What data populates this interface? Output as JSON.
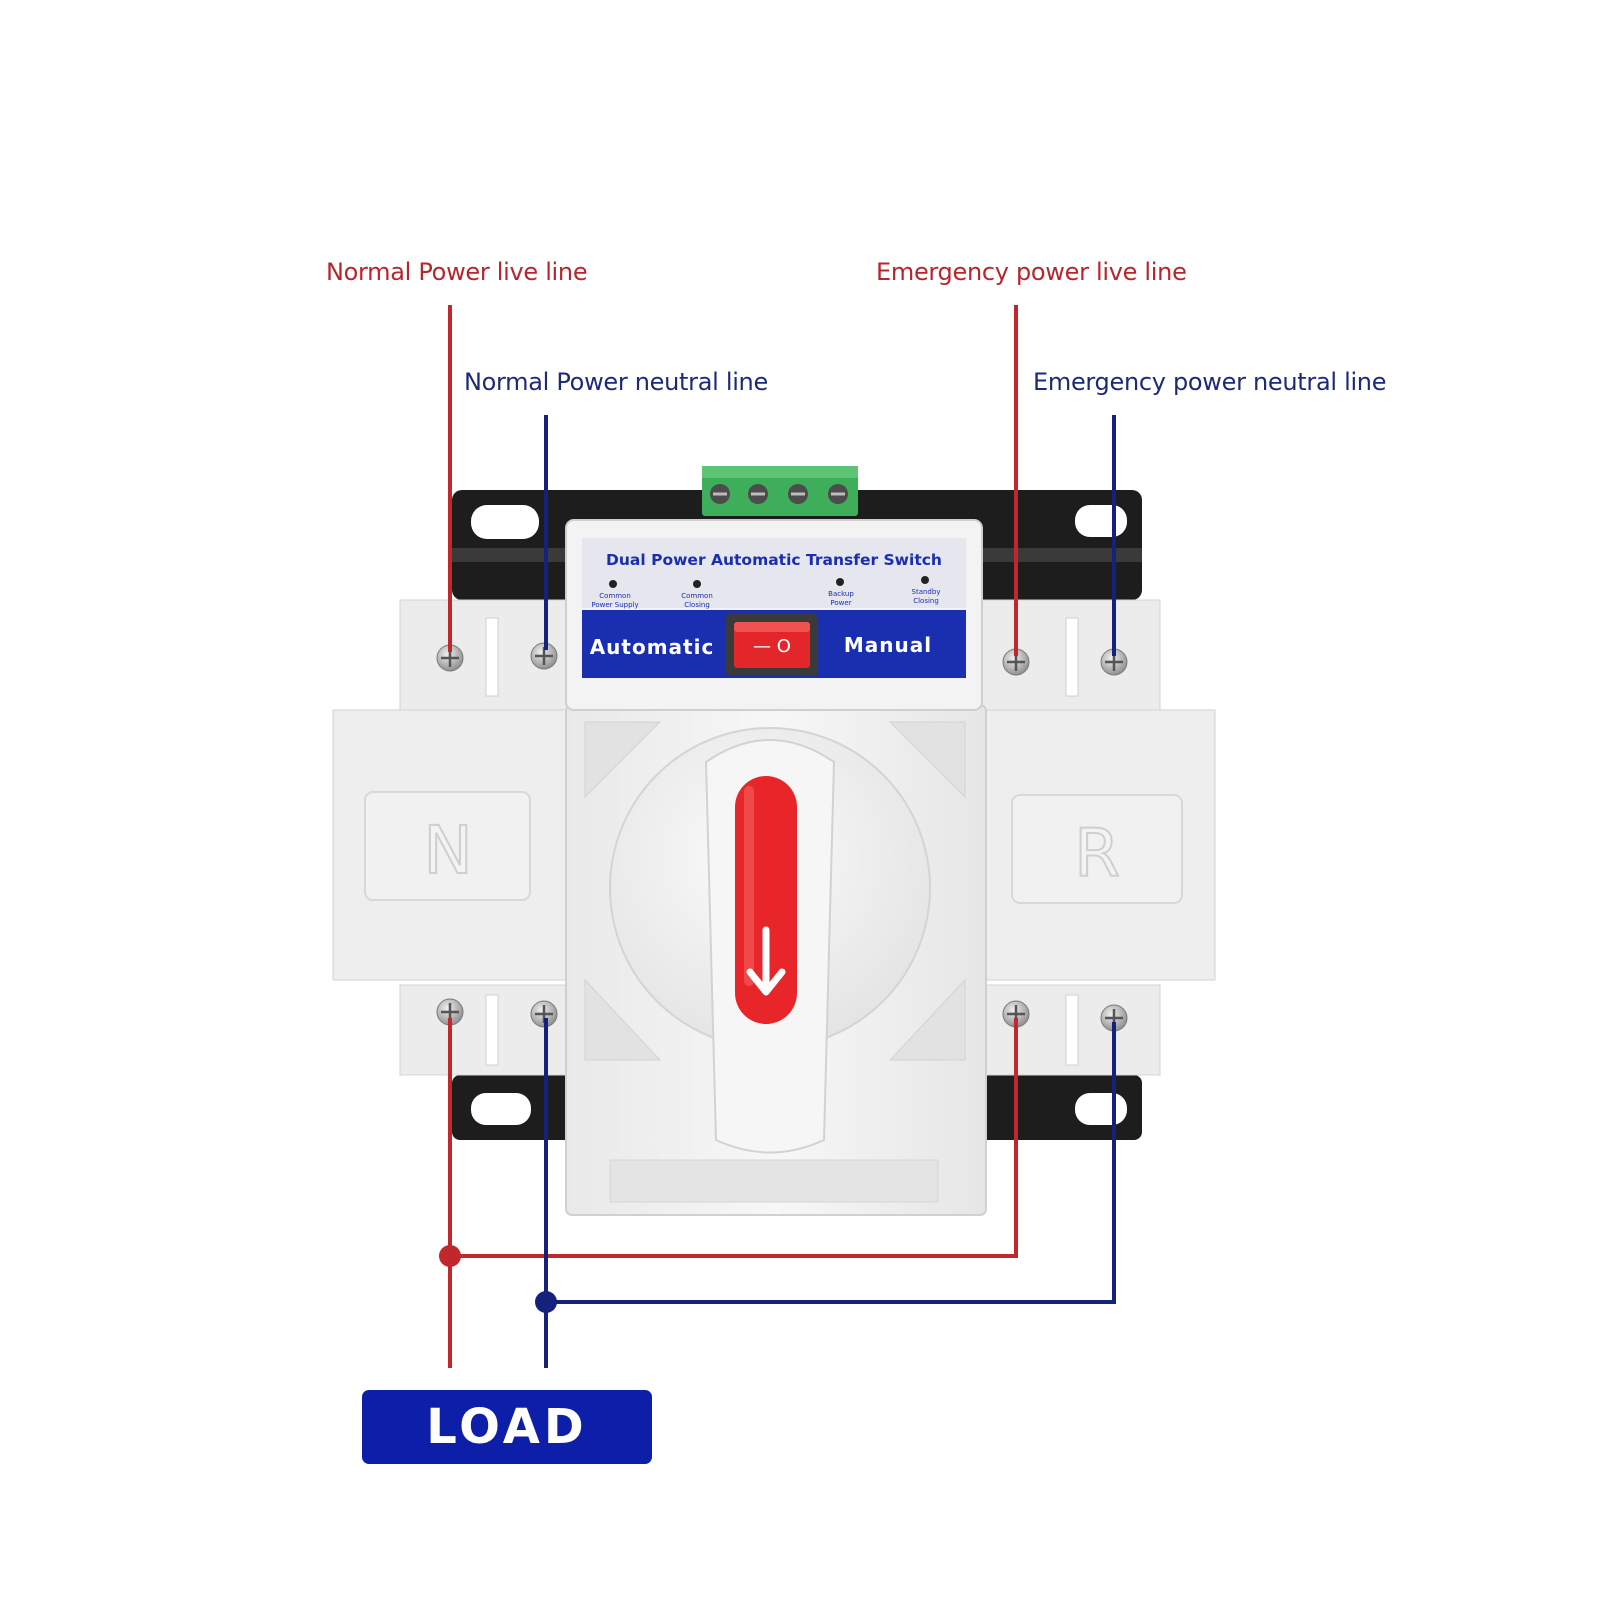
{
  "callouts": {
    "normal_live": "Normal Power live line",
    "normal_neutral": "Normal Power neutral line",
    "emergency_live": "Emergency power live line",
    "emergency_neutral": "Emergency power neutral line"
  },
  "device": {
    "title": "Dual Power Automatic Transfer Switch",
    "indicators": [
      {
        "line1": "Common",
        "line2": "Power Supply"
      },
      {
        "line1": "Common",
        "line2": "Closing"
      },
      {
        "line1": "Backup",
        "line2": "Power"
      },
      {
        "line1": "Standby",
        "line2": "Closing"
      }
    ],
    "mode_left": "Automatic",
    "mode_right": "Manual",
    "rocker": "— O",
    "side_left": "N",
    "side_right": "R"
  },
  "load_label": "LOAD",
  "colors": {
    "live": "#c0282e",
    "neutral": "#16217e",
    "panel_blue": "#1a2fb0",
    "load_blue": "#0d1fa8",
    "handle_red": "#e8262a",
    "terminal_green": "#3fae5a"
  }
}
